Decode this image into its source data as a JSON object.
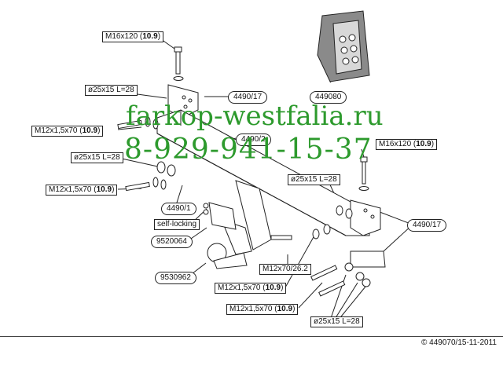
{
  "labels": {
    "bolt_top_left": {
      "part": "M16x120",
      "cls": "10.9"
    },
    "code_449080": "449080",
    "washer_left_top": "ø25x15 L=28",
    "code_4490_17_top": "4490/17",
    "bolt_left_1": {
      "part": "M12x1,5x70",
      "cls": "10.9"
    },
    "code_4490_2": "4490/2",
    "washer_left_mid": "ø25x15 L=28",
    "bolt_right_top": {
      "part": "M16x120",
      "cls": "10.9"
    },
    "bolt_left_2": {
      "part": "M12x1,5x70",
      "cls": "10.9"
    },
    "washer_right_mid": "ø25x15 L=28",
    "code_4490_1": "4490/1",
    "self_locking": "self-locking",
    "code_4490_17_right": "4490/17",
    "code_9520064": "9520064",
    "bolt_m12x70": "M12x70/26.2",
    "code_9530962": "9530962",
    "bolt_right_1": {
      "part": "M12x1,5x70",
      "cls": "10.9"
    },
    "bolt_right_2": {
      "part": "M12x1,5x70",
      "cls": "10.9"
    },
    "washer_bottom": "ø25x15 L=28"
  },
  "watermark": {
    "site": "farkop-westfalia.ru",
    "phone": "8-929-941-15-37",
    "color": "#2d9a2d"
  },
  "footer": {
    "text": "© 449070/15-11-2011"
  },
  "icons": [
    "instruction-sheet-icon"
  ]
}
